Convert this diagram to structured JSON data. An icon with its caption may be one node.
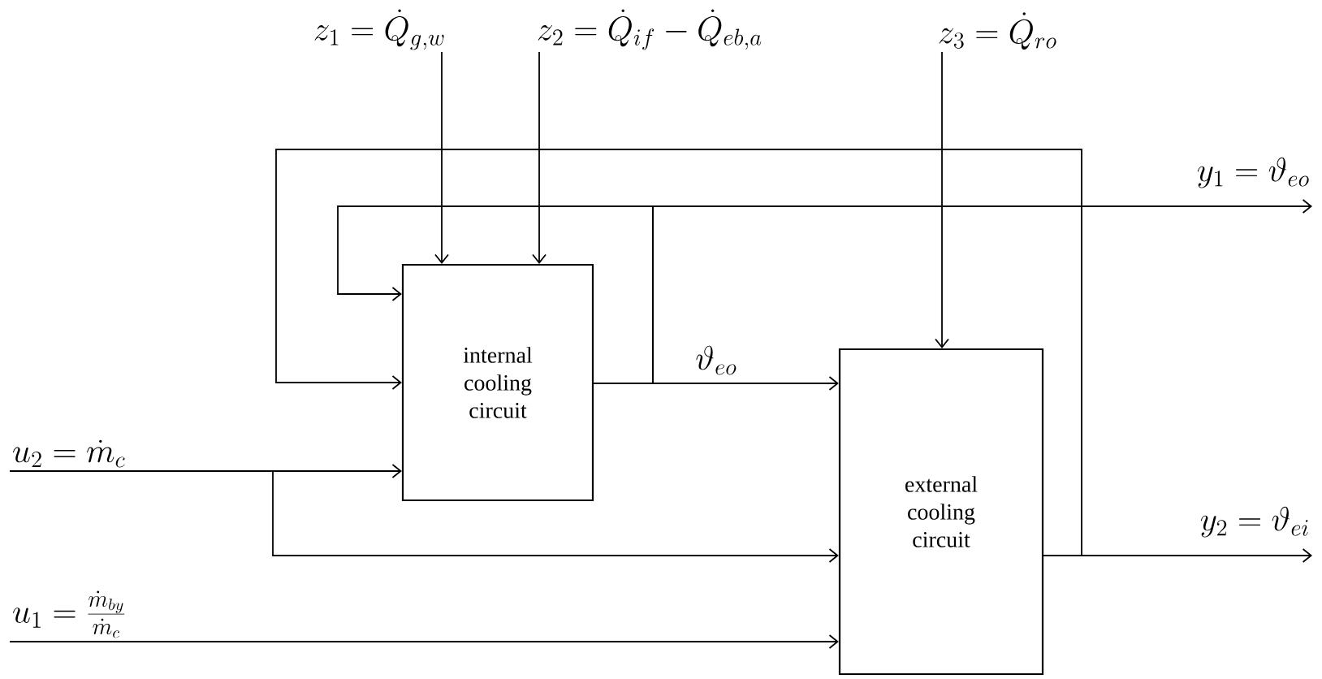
{
  "diagram": {
    "nodes": [
      {
        "text": [
          "internal cooling circuit"
        ]
      },
      {
        "text": [
          "external cooling circuit"
        ]
      },
      {
        "text": [
          "z_1 = \\dot{Q}_{g,w}"
        ]
      },
      {
        "text": [
          "z_2 = \\dot{Q}_{if} - \\dot{Q}_{eb,a}"
        ]
      },
      {
        "text": [
          "z_3 = \\dot{Q}_{ro}"
        ]
      },
      {
        "text": [
          "y_1 = \\vartheta_{eo}"
        ]
      },
      {
        "text": [
          "y_2 = \\vartheta_{ei}"
        ]
      },
      {
        "text": [
          "u_2 = \\dot{m}_c"
        ]
      },
      {
        "text": [
          "u_1 = \\frac{\\dot{m}_{by}}{\\dot{m}_c}"
        ]
      }
    ],
    "edges": [
      {
        "from": 2,
        "to": 0,
        "arrow": "to"
      },
      {
        "from": 3,
        "to": 0,
        "arrow": "to"
      },
      {
        "from": 4,
        "to": 1,
        "arrow": "to"
      },
      {
        "from": 0,
        "to": 1,
        "arrow": "to",
        "label": "\\vartheta_{eo}"
      },
      {
        "from": 0,
        "to": 0,
        "arrow": "to"
      },
      {
        "from": 0,
        "to": 5,
        "arrow": "to"
      },
      {
        "from": 1,
        "to": 0,
        "arrow": "to"
      },
      {
        "from": 1,
        "to": 6,
        "arrow": "to"
      },
      {
        "from": 7,
        "to": 0,
        "arrow": "to"
      },
      {
        "from": 7,
        "to": 1,
        "arrow": "to"
      },
      {
        "from": 8,
        "to": 1,
        "arrow": "to"
      }
    ]
  }
}
